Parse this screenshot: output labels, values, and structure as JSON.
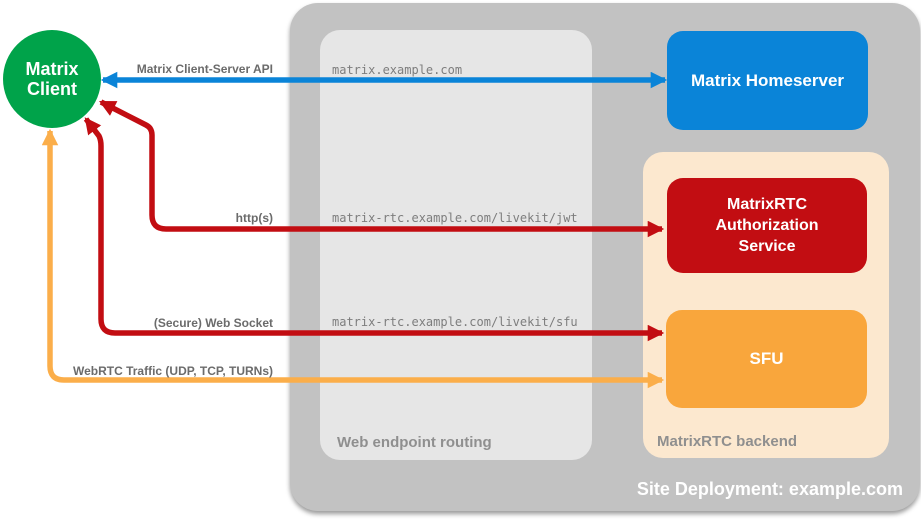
{
  "diagram": {
    "client": {
      "label": "Matrix Client"
    },
    "homeserver": {
      "label": "Matrix Homeserver"
    },
    "auth_service": {
      "label": "MatrixRTC Authorization Service"
    },
    "sfu": {
      "label": "SFU"
    },
    "containers": {
      "site_deployment": {
        "label": "Site Deployment: example.com"
      },
      "web_endpoint_routing": {
        "label": "Web endpoint routing"
      },
      "matrixrtc_backend": {
        "label": "MatrixRTC backend"
      }
    },
    "connections": [
      {
        "label": "Matrix Client-Server API",
        "endpoint": "matrix.example.com",
        "direction": "bidirectional",
        "color": "#0a84d8"
      },
      {
        "label": "http(s)",
        "endpoint": "matrix-rtc.example.com/livekit/jwt",
        "direction": "bidirectional",
        "color": "#c20d12"
      },
      {
        "label": "(Secure) Web Socket",
        "endpoint": "matrix-rtc.example.com/livekit/sfu",
        "direction": "bidirectional",
        "color": "#c20d12"
      },
      {
        "label": "WebRTC Traffic (UDP, TCP, TURNs)",
        "endpoint": "",
        "direction": "bidirectional",
        "color": "#fbae4a"
      }
    ],
    "colors": {
      "client_green": "#00a34a",
      "homeserver_blue": "#0a84d8",
      "auth_red": "#c20d12",
      "sfu_orange": "#f9a63c",
      "backend_peach": "#fce8cf",
      "site_gray": "#c2c2c2",
      "routing_gray": "#e6e6e6",
      "connection_label_gray": "#6b6b6b",
      "container_label_gray": "#8f8f8f",
      "site_label_white": "#ffffff"
    }
  }
}
